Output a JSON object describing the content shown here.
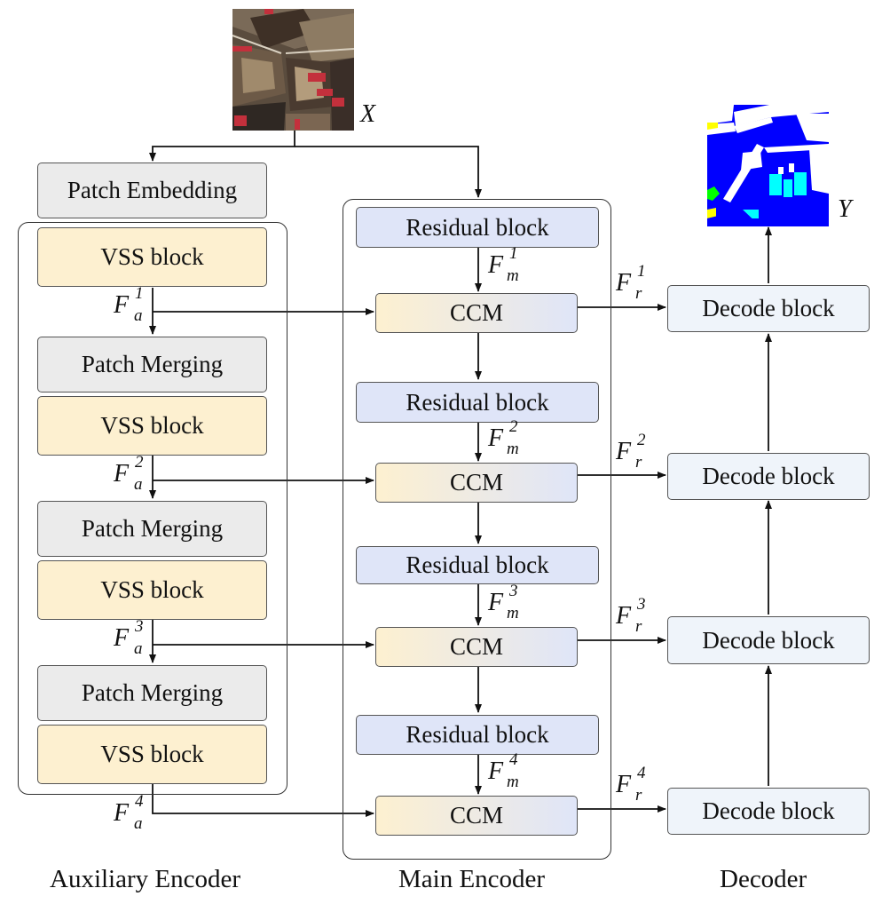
{
  "input_label": "X",
  "output_label": "Y",
  "auxiliary_encoder": {
    "patch_embedding": "Patch Embedding",
    "vss_blocks": [
      "VSS block",
      "VSS block",
      "VSS block",
      "VSS block"
    ],
    "patch_merging": [
      "Patch Merging",
      "Patch Merging",
      "Patch Merging"
    ],
    "features": [
      {
        "base": "F",
        "sup": "1",
        "sub": "a"
      },
      {
        "base": "F",
        "sup": "2",
        "sub": "a"
      },
      {
        "base": "F",
        "sup": "3",
        "sub": "a"
      },
      {
        "base": "F",
        "sup": "4",
        "sub": "a"
      }
    ],
    "caption": "Auxiliary Encoder"
  },
  "main_encoder": {
    "residual_blocks": [
      "Residual block",
      "Residual block",
      "Residual block",
      "Residual block"
    ],
    "ccm_blocks": [
      "CCM",
      "CCM",
      "CCM",
      "CCM"
    ],
    "features": [
      {
        "base": "F",
        "sup": "1",
        "sub": "m"
      },
      {
        "base": "F",
        "sup": "2",
        "sub": "m"
      },
      {
        "base": "F",
        "sup": "3",
        "sub": "m"
      },
      {
        "base": "F",
        "sup": "4",
        "sub": "m"
      }
    ],
    "caption": "Main Encoder"
  },
  "decoder": {
    "decode_blocks": [
      "Decode block",
      "Decode block",
      "Decode block",
      "Decode block"
    ],
    "features": [
      {
        "base": "F",
        "sup": "1",
        "sub": "r"
      },
      {
        "base": "F",
        "sup": "2",
        "sub": "r"
      },
      {
        "base": "F",
        "sup": "3",
        "sub": "r"
      },
      {
        "base": "F",
        "sup": "4",
        "sub": "r"
      }
    ],
    "caption": "Decoder"
  },
  "colors": {
    "vss": "#fdf0d0",
    "residual": "#dfe5f8",
    "decode": "#eff4fa",
    "gray": "#ebebeb",
    "seg_blue": "#0000ff",
    "seg_cyan": "#00ffff",
    "seg_yellow": "#ffff00",
    "seg_green": "#00ff00"
  }
}
